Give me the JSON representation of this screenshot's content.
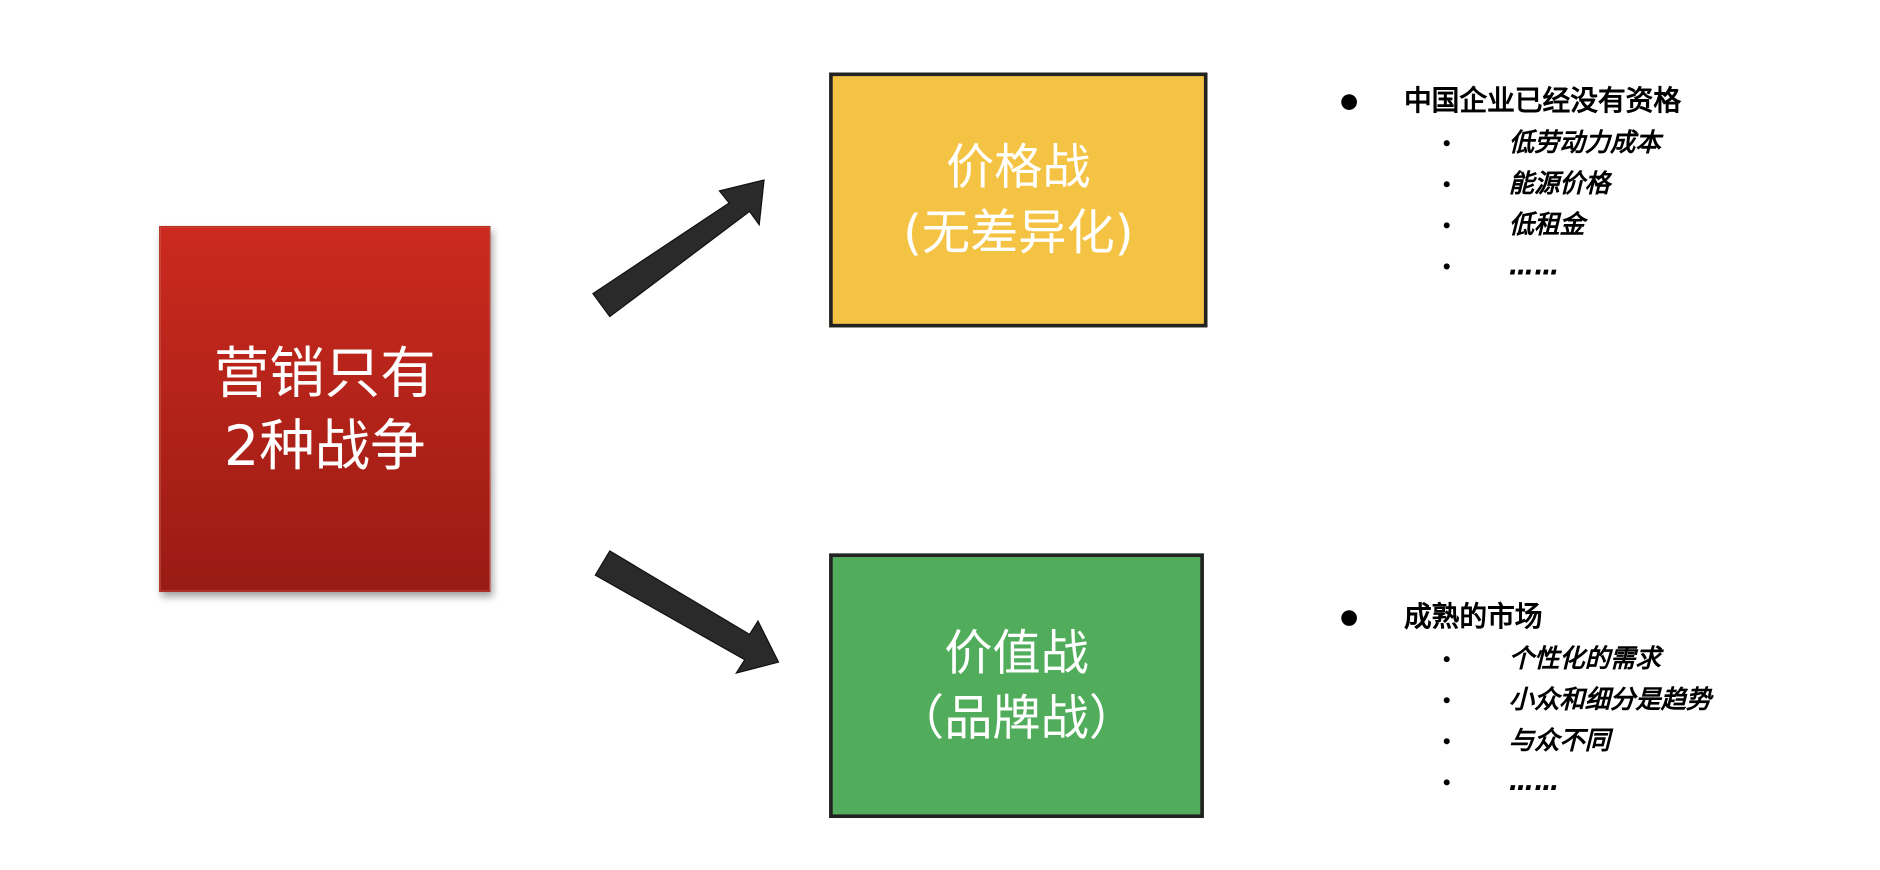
{
  "center": {
    "line1": "营销只有",
    "line2": "2种战争"
  },
  "price_war": {
    "line1": "价格战",
    "line2": "(无差异化)"
  },
  "value_war": {
    "line1": "价值战",
    "line2": "（品牌战）"
  },
  "price_list": {
    "heading": "中国企业已经没有资格",
    "items": [
      "低劳动力成本",
      "能源价格",
      "低租金",
      "……"
    ]
  },
  "value_list": {
    "heading": "成熟的市场",
    "items": [
      "个性化的需求",
      "小众和细分是趋势",
      "与众不同",
      "……"
    ]
  },
  "colors": {
    "red": "#c4261c",
    "yellow": "#f5c344",
    "green": "#51ad5b",
    "arrow": "#2a2a2a"
  }
}
